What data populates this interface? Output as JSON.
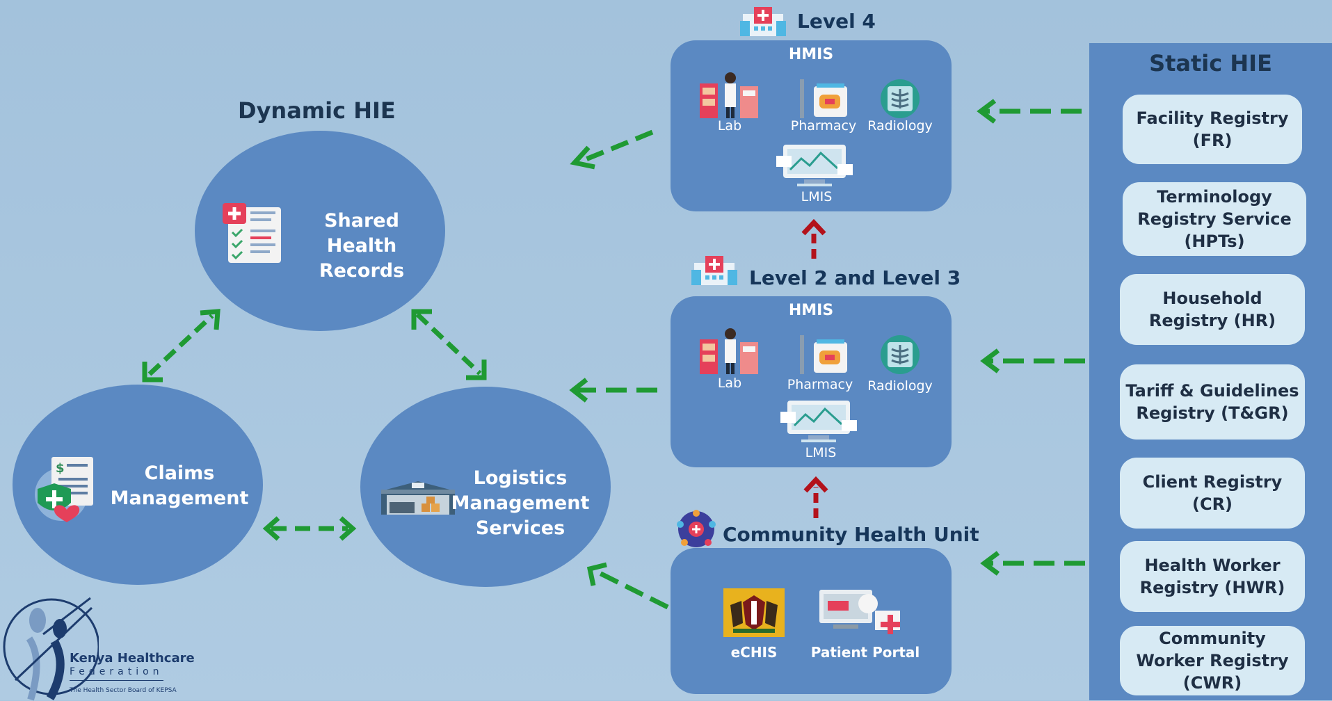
{
  "dynamic": {
    "title": "Dynamic HIE",
    "shr": "Shared Health Records",
    "claims": "Claims Management",
    "lms": "Logistics Management Services"
  },
  "levels": {
    "level4": {
      "title": "Level 4",
      "hmis": "HMIS",
      "lab": "Lab",
      "pharmacy": "Pharmacy",
      "radiology": "Radiology",
      "lmis": "LMIS"
    },
    "level23": {
      "title": "Level 2 and Level 3",
      "hmis": "HMIS",
      "lab": "Lab",
      "pharmacy": "Pharmacy",
      "radiology": "Radiology",
      "lmis": "LMIS"
    },
    "chu": {
      "title": "Community Health Unit",
      "echis": "eCHIS",
      "portal": "Patient Portal"
    }
  },
  "static": {
    "title": "Static HIE",
    "registries": [
      "Facility Registry (FR)",
      "Terminology Registry Service (HPTs)",
      "Household Registry (HR)",
      "Tariff & Guidelines Registry (T&GR)",
      "Client Registry (CR)",
      "Health Worker Registry (HWR)",
      "Community Worker Registry (CWR)"
    ]
  },
  "logo": {
    "name": "Kenya Healthcare",
    "sub": "Federation",
    "tagline": "The Health Sector Board of KEPSA"
  },
  "colors": {
    "circle": "#5b89c2",
    "arrow_green": "#1f9a33",
    "arrow_red": "#b3121b",
    "registry_bg": "#d7eaf4"
  }
}
